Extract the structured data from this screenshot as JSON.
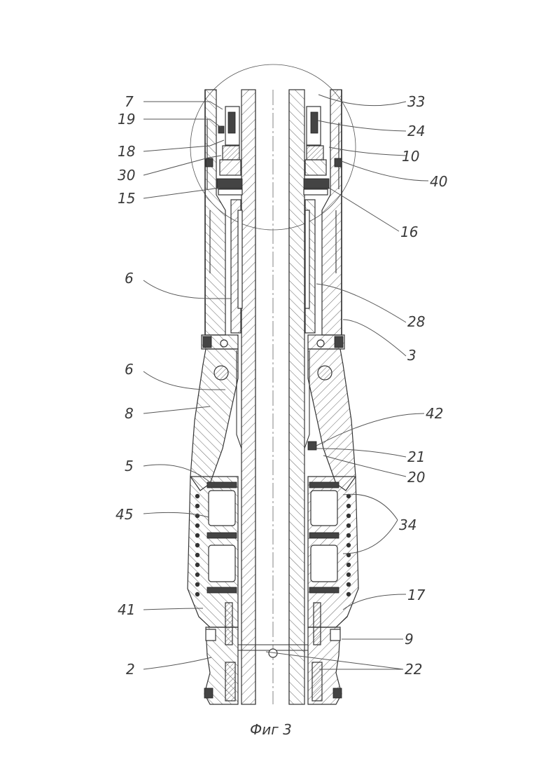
{
  "figure": {
    "caption": "Фиг 3",
    "callouts_left": [
      {
        "id": "L7",
        "text": "7"
      },
      {
        "id": "L19",
        "text": "19"
      },
      {
        "id": "L18",
        "text": "18"
      },
      {
        "id": "L30",
        "text": "30"
      },
      {
        "id": "L15",
        "text": "15"
      },
      {
        "id": "L6a",
        "text": "6"
      },
      {
        "id": "L6b",
        "text": "6"
      },
      {
        "id": "L8",
        "text": "8"
      },
      {
        "id": "L5",
        "text": "5"
      },
      {
        "id": "L45",
        "text": "45"
      },
      {
        "id": "L41",
        "text": "41"
      },
      {
        "id": "L2",
        "text": "2"
      }
    ],
    "callouts_right": [
      {
        "id": "R33",
        "text": "33"
      },
      {
        "id": "R24",
        "text": "24"
      },
      {
        "id": "R10",
        "text": "10"
      },
      {
        "id": "R40",
        "text": "40"
      },
      {
        "id": "R16",
        "text": "16"
      },
      {
        "id": "R28",
        "text": "28"
      },
      {
        "id": "R3",
        "text": "3"
      },
      {
        "id": "R42",
        "text": "42"
      },
      {
        "id": "R21",
        "text": "21"
      },
      {
        "id": "R20",
        "text": "20"
      },
      {
        "id": "R34",
        "text": "34"
      },
      {
        "id": "R17",
        "text": "17"
      },
      {
        "id": "R9",
        "text": "9"
      },
      {
        "id": "R22",
        "text": "22"
      }
    ]
  }
}
